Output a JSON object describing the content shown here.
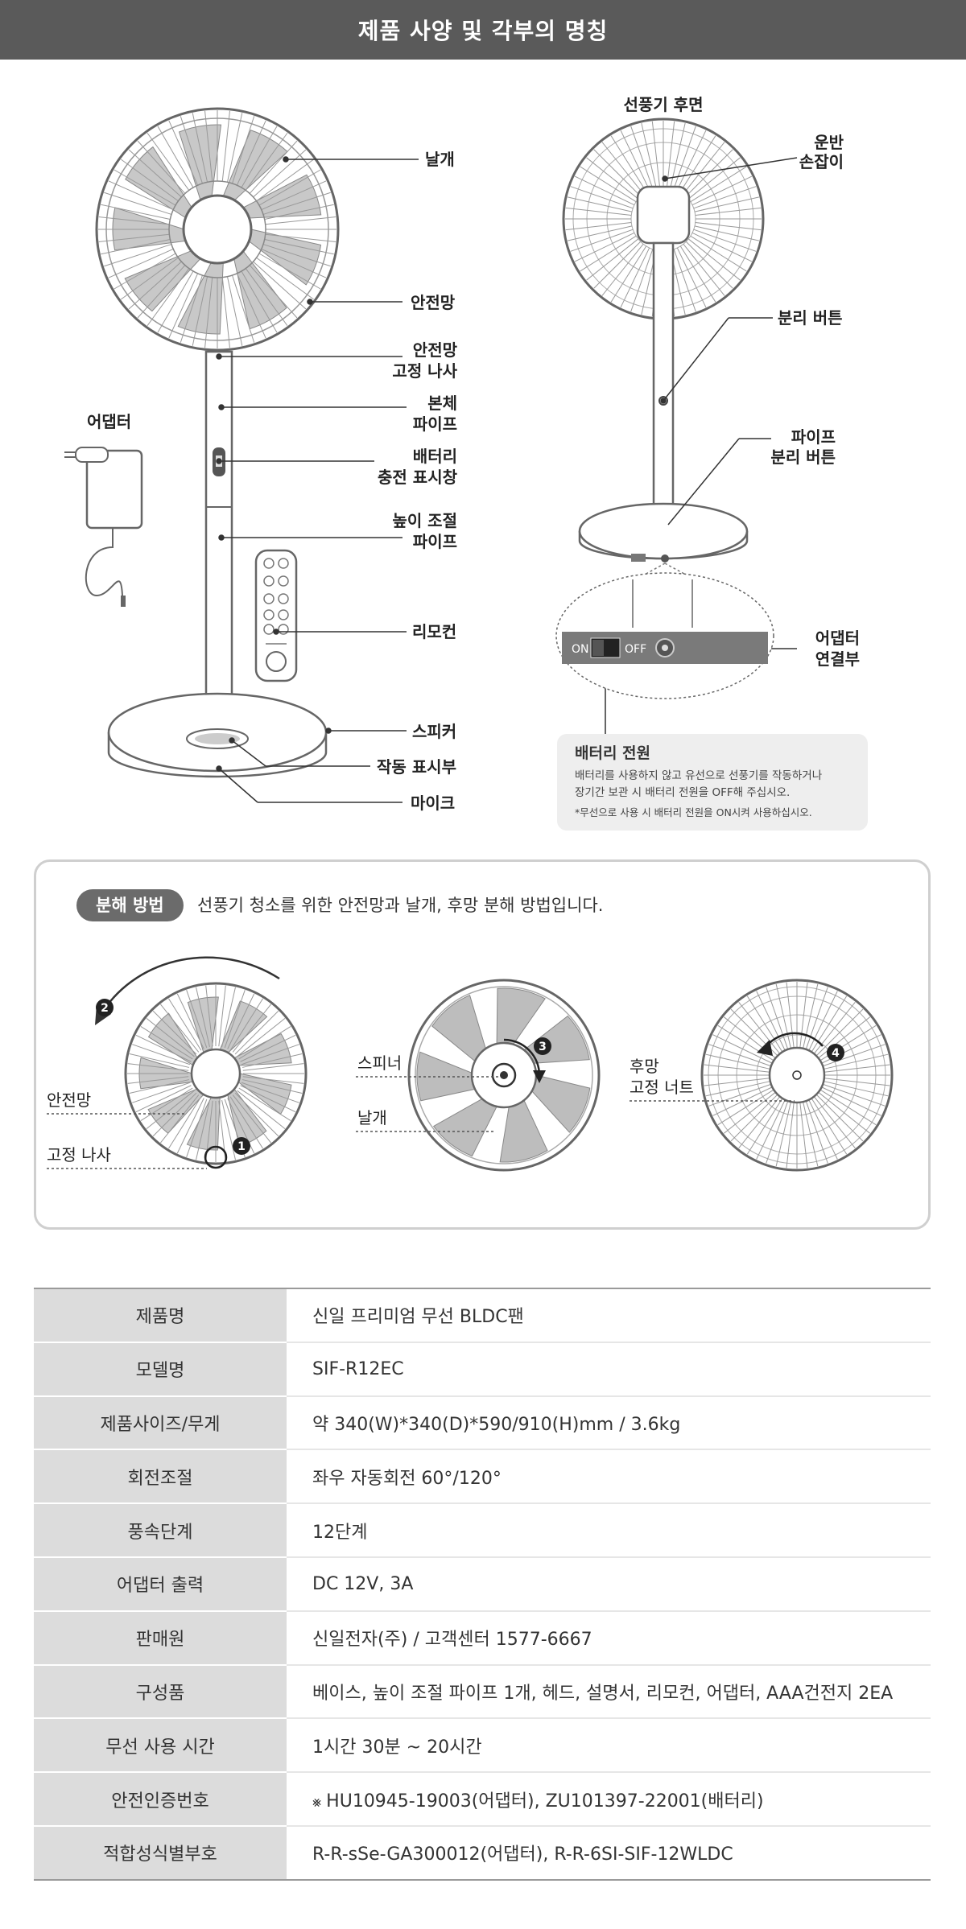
{
  "header": {
    "title": "제품 사양 및 각부의 명칭"
  },
  "front": {
    "blade": "날개",
    "guard": "안전망",
    "guard_screw": [
      "안전망",
      "고정 나사"
    ],
    "body_pipe": [
      "본체",
      "파이프"
    ],
    "battery_window": [
      "배터리",
      "충전 표시창"
    ],
    "height_pipe": [
      "높이 조절",
      "파이프"
    ],
    "remote": "리모컨",
    "speaker": "스피커",
    "indicator": "작동 표시부",
    "mic": "마이크",
    "adapter": "어댑터"
  },
  "rear": {
    "title": "선풍기 후면",
    "handle": [
      "운반",
      "손잡이"
    ],
    "detach_button": "분리 버튼",
    "pipe_detach": [
      "파이프",
      "분리 버튼"
    ],
    "adapter_port": [
      "어댑터",
      "연결부"
    ],
    "switch_on": "ON",
    "switch_off": "OFF"
  },
  "battery_power": {
    "title": "배터리 전원",
    "line1": "배터리를 사용하지 않고 유선으로 선풍기를 작동하거나",
    "line2": "장기간 보관 시 배터리 전원을 OFF해 주십시오.",
    "note": "*무선으로 사용 시 배터리 전원을 ON시켜 사용하십시오."
  },
  "disassembly": {
    "pill": "분해 방법",
    "desc": "선풍기 청소를 위한 안전망과 날개, 후망 분해 방법입니다.",
    "guard": "안전망",
    "screw": "고정 나사",
    "spinner": "스피너",
    "blade": "날개",
    "rear_nut": [
      "후망",
      "고정 너트"
    ],
    "steps": [
      "1",
      "2",
      "3",
      "4"
    ]
  },
  "specs": [
    {
      "key": "제품명",
      "value": "신일 프리미엄 무선 BLDC팬"
    },
    {
      "key": "모델명",
      "value": "SIF-R12EC"
    },
    {
      "key": "제품사이즈/무게",
      "value": "약 340(W)*340(D)*590/910(H)mm / 3.6kg"
    },
    {
      "key": "회전조절",
      "value": "좌우 자동회전 60°/120°"
    },
    {
      "key": "풍속단계",
      "value": "12단계"
    },
    {
      "key": "어댑터 출력",
      "value": "DC 12V, 3A"
    },
    {
      "key": "판매원",
      "value": "신일전자(주) / 고객센터 1577-6667"
    },
    {
      "key": "구성품",
      "value": "베이스, 높이 조절 파이프 1개, 헤드, 설명서, 리모컨, 어댑터, AAA건전지 2EA"
    },
    {
      "key": "무선 사용 시간",
      "value": "1시간 30분 ~ 20시간"
    },
    {
      "key": "안전인증번호",
      "value": "HU10945-19003(어댑터), ZU101397-22001(배터리)"
    },
    {
      "key": "적합성식별부호",
      "value": "R-R-sSe-GA300012(어댑터), R-R-6SI-SIF-12WLDC"
    }
  ]
}
